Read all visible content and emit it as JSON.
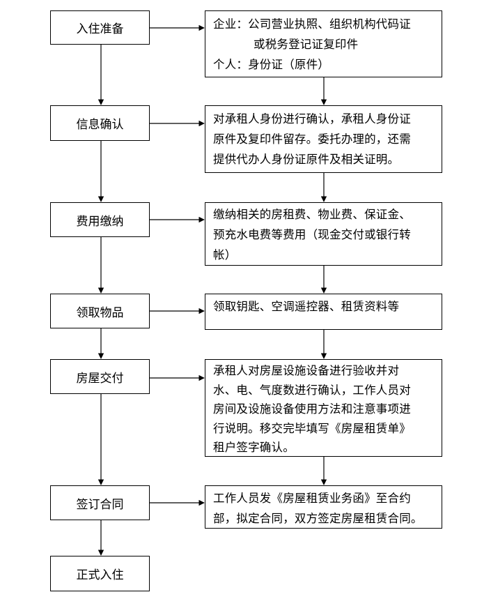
{
  "steps": [
    {
      "label": "入住准备"
    },
    {
      "label": "信息确认"
    },
    {
      "label": "费用缴纳"
    },
    {
      "label": "领取物品"
    },
    {
      "label": "房屋交付"
    },
    {
      "label": "签订合同"
    },
    {
      "label": "正式入住"
    }
  ],
  "notes": [
    {
      "lines": [
        "企业：公司营业执照、组织机构代码证",
        "或税务登记证复印件",
        "个人：身份证（原件）"
      ]
    },
    {
      "lines": [
        "对承租人身份进行确认，承租人身份证",
        "原件及复印件留存。委托办理的，还需",
        "提供代办人身份证原件及相关证明。"
      ]
    },
    {
      "lines": [
        "缴纳相关的房租费、物业费、保证金、",
        "预充水电费等费用（现金交付或银行转",
        "帐）"
      ]
    },
    {
      "lines": [
        "领取钥匙、空调遥控器、租赁资料等"
      ]
    },
    {
      "lines": [
        "承租人对房屋设施设备进行验收并对",
        "水、电、气度数进行确认，工作人员对",
        "房间及设施设备使用方法和注意事项进",
        "行说明。移交完毕填写《房屋租赁单》",
        "租户签字确认。"
      ]
    },
    {
      "lines": [
        "工作人员发《房屋租赁业务函》至合约",
        "部，拟定合同，双方签定房屋租赁合同。"
      ]
    }
  ]
}
